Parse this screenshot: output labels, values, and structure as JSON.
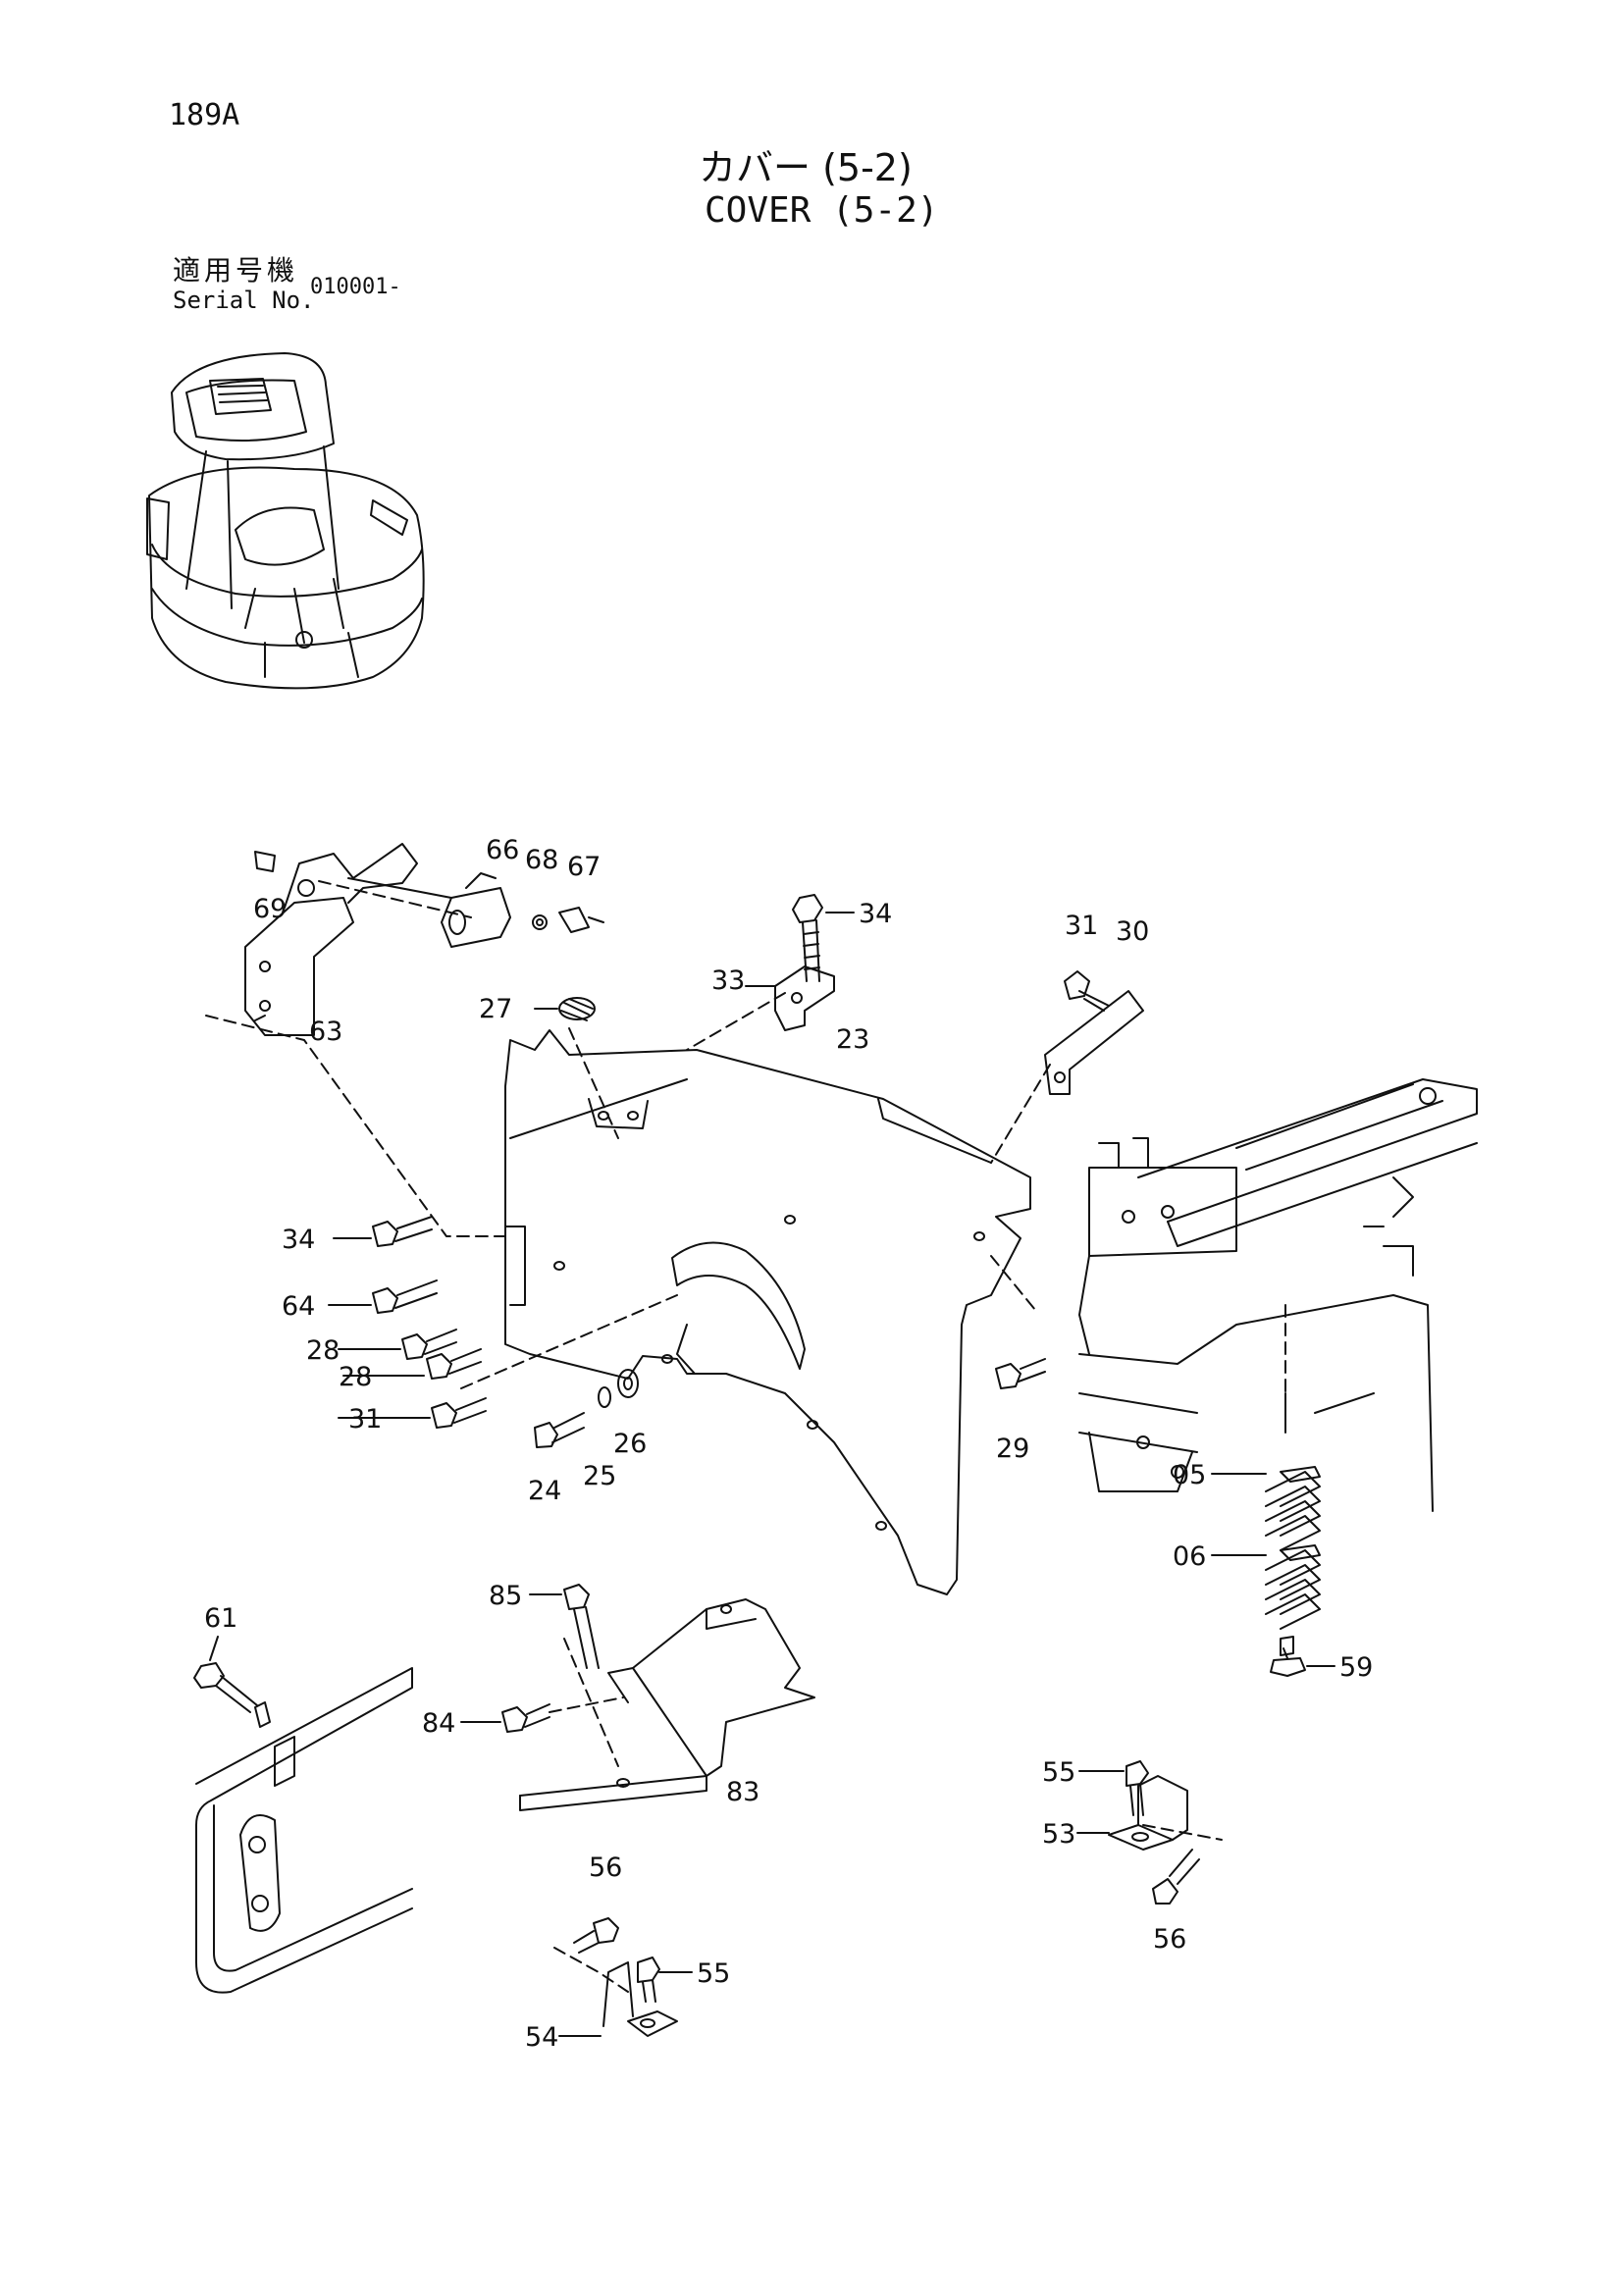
{
  "header": {
    "page_code": "189A",
    "title_jp": "カバー (5-2)",
    "title_en": "COVER (5-2)",
    "serial_label_jp": "適用号機",
    "serial_label_en": "Serial No.",
    "serial_value": "010001-"
  },
  "callouts": {
    "p69": "69",
    "p63": "63",
    "p66": "66",
    "p68": "68",
    "p67": "67",
    "p34a": "34",
    "p33": "33",
    "p31a": "31",
    "p30": "30",
    "p27": "27",
    "p23": "23",
    "p34b": "34",
    "p64": "64",
    "p28a": "28",
    "p28b": "28",
    "p31b": "31",
    "p24": "24",
    "p25": "25",
    "p26": "26",
    "p29": "29",
    "p05": "05",
    "p06": "06",
    "p59": "59",
    "p61": "61",
    "p85": "85",
    "p84": "84",
    "p83": "83",
    "p55a": "55",
    "p53": "53",
    "p56a": "56",
    "p56b": "56",
    "p55b": "55",
    "p54": "54"
  }
}
